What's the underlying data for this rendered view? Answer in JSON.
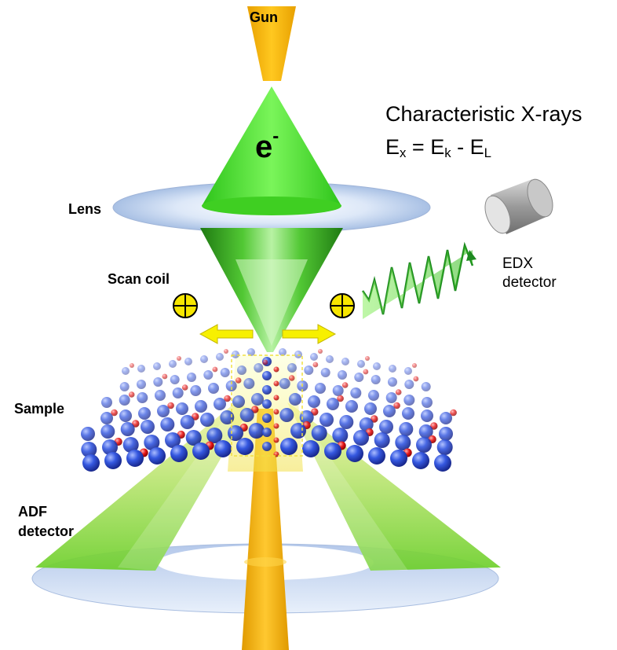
{
  "labels": {
    "gun": "Gun",
    "lens": "Lens",
    "scan_coil": "Scan coil",
    "sample": "Sample",
    "adf_line1": "ADF",
    "adf_line2": "detector",
    "edx_line1": "EDX",
    "edx_line2": "detector",
    "electron": "e",
    "electron_sup": "-",
    "xray_title": "Characteristic X-rays"
  },
  "equation": {
    "lhs": "E",
    "lhs_sub": "x",
    "op_eq": "=",
    "term1": "E",
    "term1_sub": "k",
    "op_minus": "-",
    "term2": "E",
    "term2_sub": "L"
  },
  "colors": {
    "gun": "#f5b800",
    "beam_green": "#44dd22",
    "lens_blue": "#c7d8f0",
    "atom_blue": "#2d4fd8",
    "atom_red": "#e01010",
    "coil_yellow": "#f7e600",
    "adf_green": "#8fd63a"
  }
}
